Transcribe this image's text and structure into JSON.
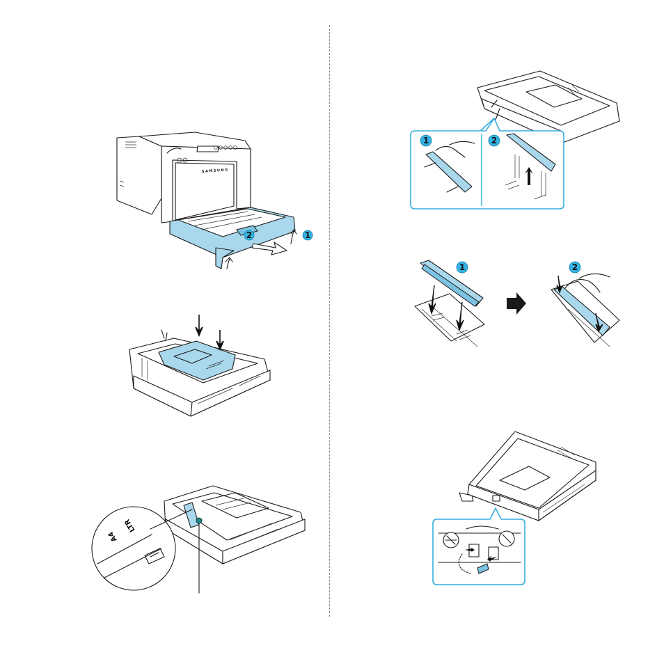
{
  "printer": {
    "brand": "SAMSUNG"
  },
  "tray_labels": {
    "a4": "A4",
    "ltr": "LTR"
  },
  "steps": {
    "one": "1",
    "two": "2"
  },
  "colors": {
    "accent": "#33b3e4",
    "part_blue": "#a9d7ec"
  }
}
